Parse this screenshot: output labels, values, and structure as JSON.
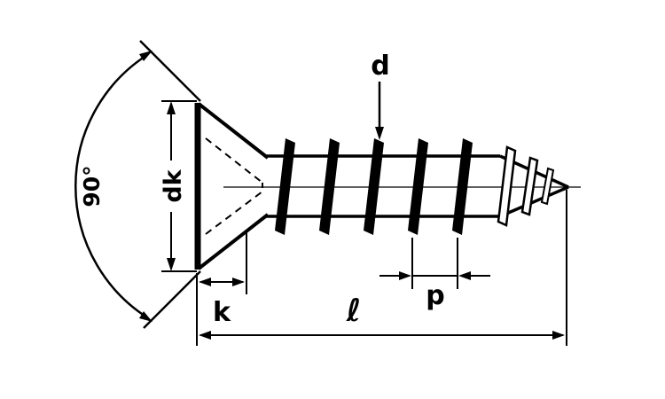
{
  "figure": {
    "description": "Technical dimension diagram of a countersunk flat-head screw",
    "colors": {
      "ink": "#000000",
      "background": "#ffffff"
    }
  },
  "labels": {
    "countersink_angle": "90°",
    "head_diameter": "dk",
    "thread_diameter": "d",
    "head_height": "k",
    "pitch": "p",
    "length": "ℓ"
  }
}
